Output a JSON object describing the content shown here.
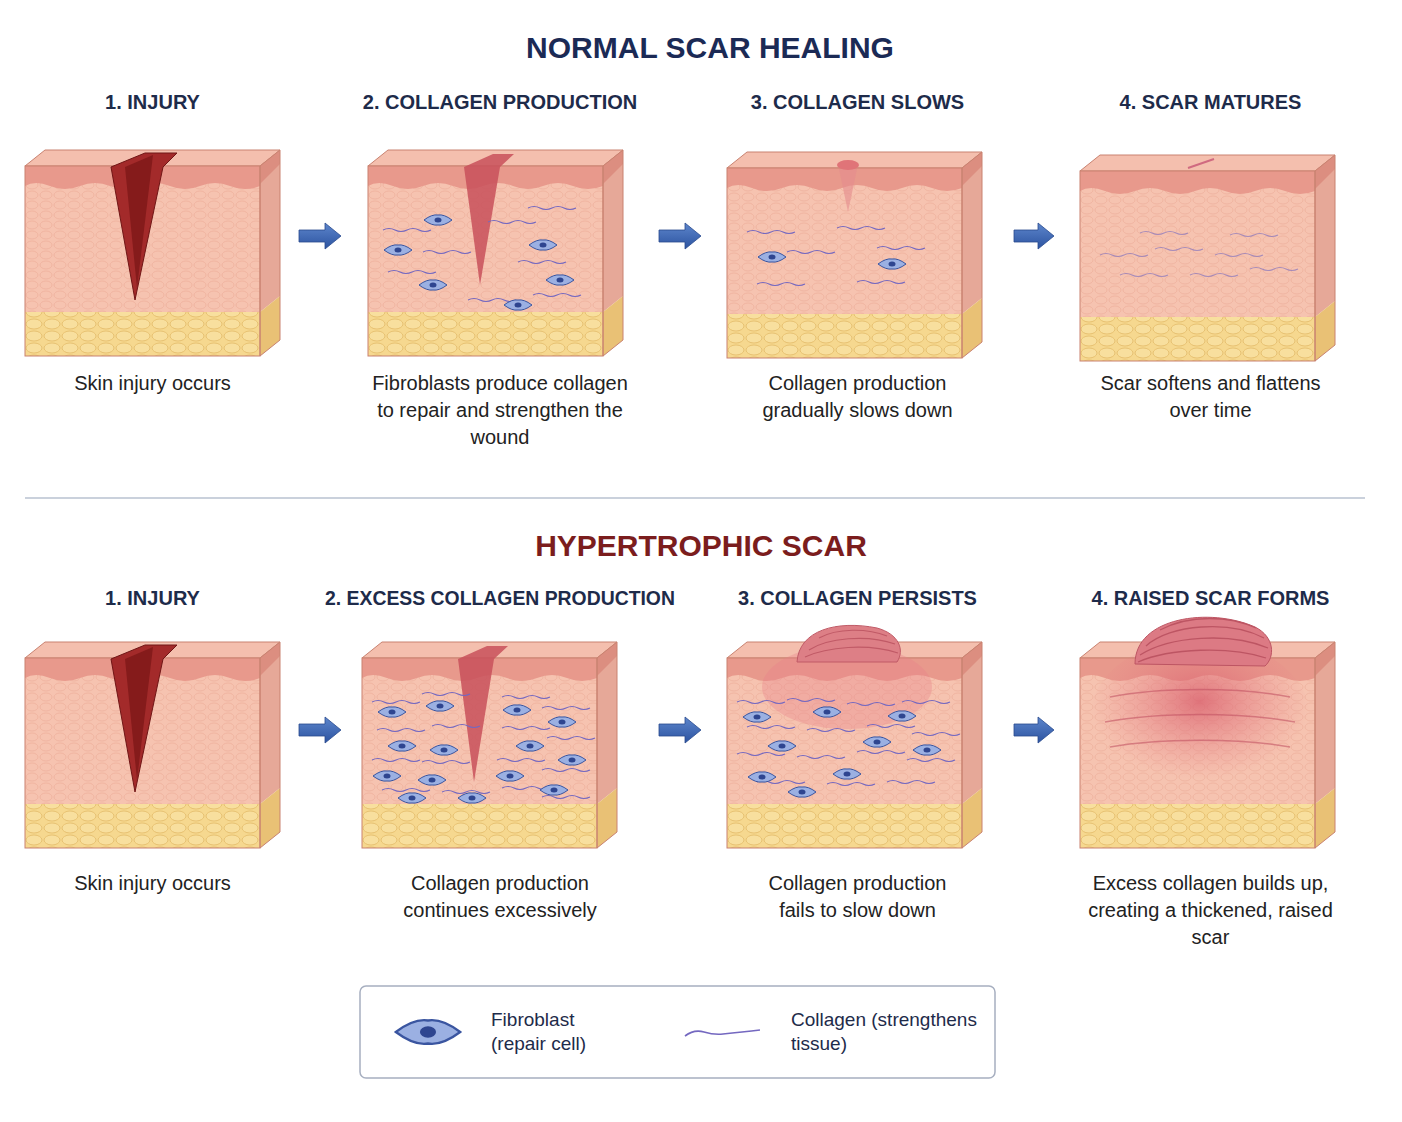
{
  "diagram": {
    "nodes": [
      {
        "text": [
          "1. INJURY",
          "Skin injury occurs"
        ]
      },
      {
        "text": [
          "2. COLLAGEN PRODUCTION",
          "Fibroblasts produce collagen to repair and strengthen the wound"
        ]
      },
      {
        "text": [
          "3. COLLAGEN SLOWS",
          "Collagen production gradually slows down"
        ]
      },
      {
        "text": [
          "4. SCAR MATURES",
          "Scar softens and flattens over time"
        ]
      },
      {
        "text": [
          "1. INJURY",
          "Skin injury occurs"
        ]
      },
      {
        "text": [
          "2. EXCESS COLLAGEN PRODUCTION",
          "Collagen production continues excessively"
        ]
      },
      {
        "text": [
          "3. COLLAGEN PERSISTS",
          "Collagen production fails to slow down"
        ]
      },
      {
        "text": [
          "4. RAISED SCAR FORMS",
          "Excess collagen builds up, creating a thickened, raised scar"
        ]
      }
    ],
    "edges": [
      {
        "from": 0,
        "to": 1,
        "arrow": "to"
      },
      {
        "from": 1,
        "to": 2,
        "arrow": "to"
      },
      {
        "from": 2,
        "to": 3,
        "arrow": "to"
      },
      {
        "from": 4,
        "to": 5,
        "arrow": "to"
      },
      {
        "from": 5,
        "to": 6,
        "arrow": "to"
      },
      {
        "from": 6,
        "to": 7,
        "arrow": "to"
      }
    ],
    "labels": [
      "NORMAL SCAR HEALING",
      "HYPERTROPHIC SCAR"
    ],
    "legend": [
      {
        "text": "Fibroblast (repair cell)"
      },
      {
        "text": "Collagen (strengthens tissue)"
      }
    ]
  }
}
